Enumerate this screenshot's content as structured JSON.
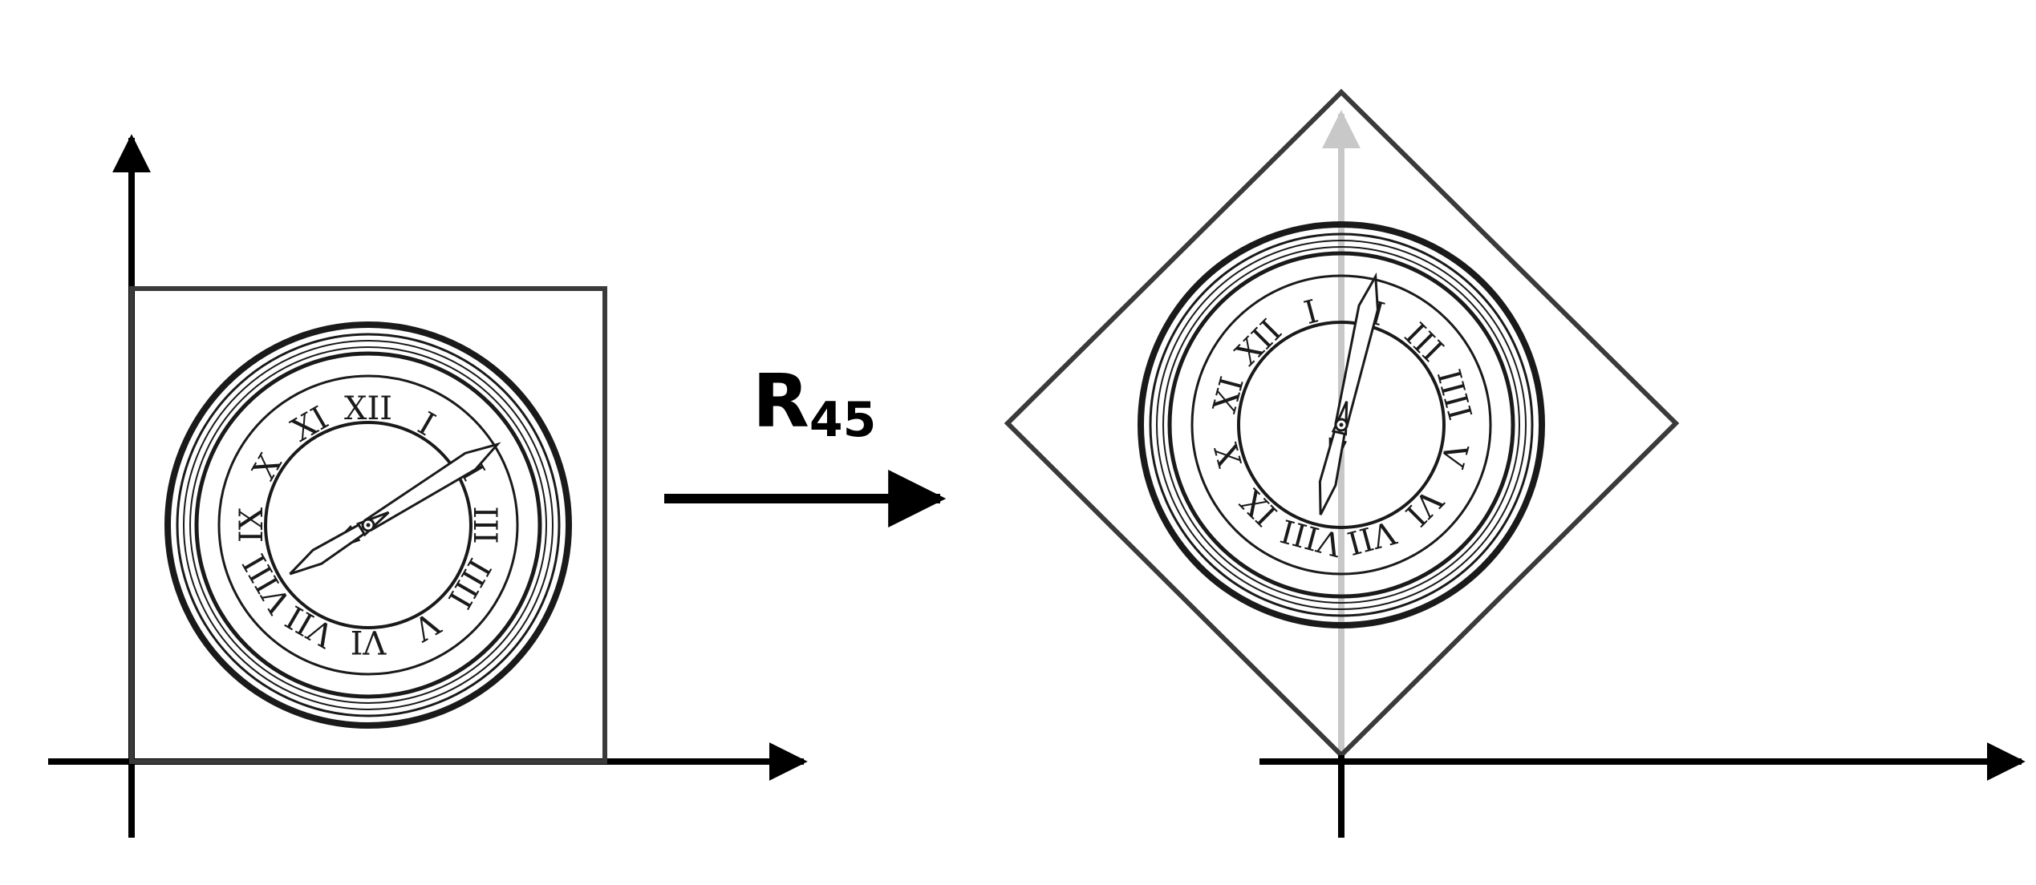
{
  "transform": {
    "label": "R",
    "subscript": "45",
    "angle_degrees": 45
  },
  "clock": {
    "numerals": [
      "XII",
      "I",
      "II",
      "III",
      "IIII",
      "V",
      "VI",
      "VII",
      "VIII",
      "IX",
      "X",
      "XI"
    ],
    "hour_hand_angle_degrees": 58,
    "minute_hand_angle_degrees": 238
  },
  "colors": {
    "axis": "#000000",
    "frame": "#3a3a3a",
    "ghost_axis": "#c8c8c8",
    "clock_line": "#1a1a1a"
  }
}
